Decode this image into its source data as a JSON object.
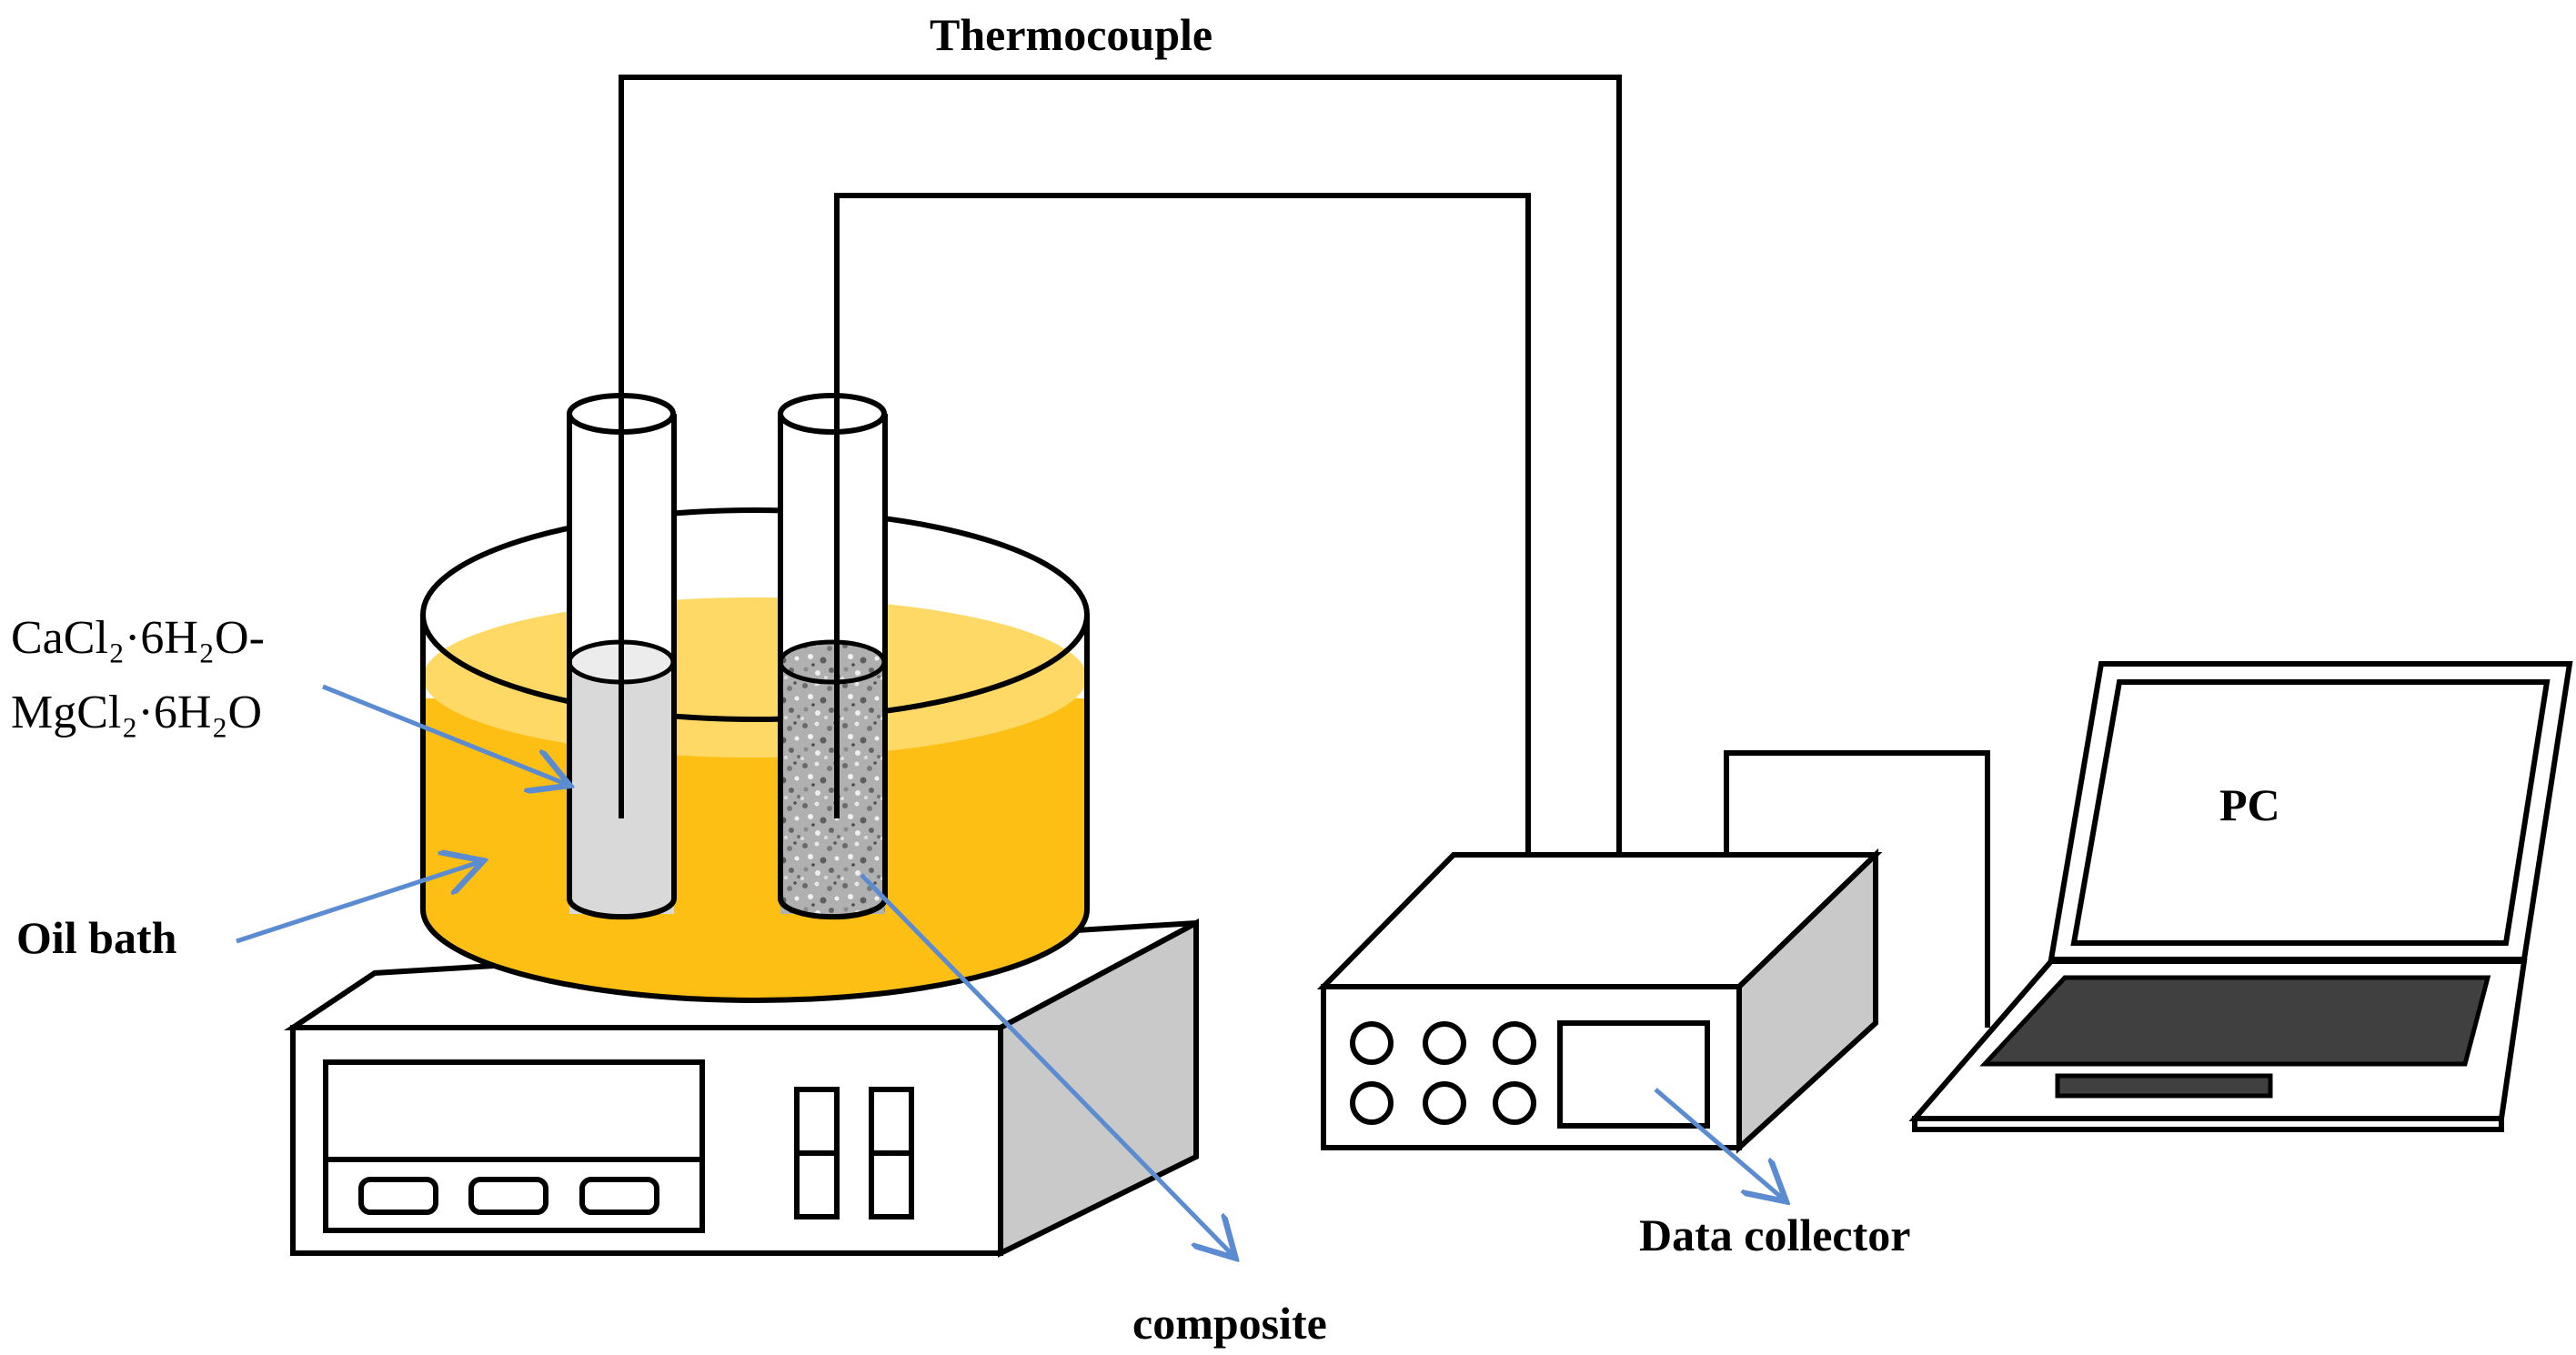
{
  "labels": {
    "thermocouple": "Thermocouple",
    "pcm_line1": "CaCl₂·6H₂O-",
    "pcm_line2": "MgCl₂·6H₂O",
    "oil_bath": "Oil bath",
    "composite": "composite",
    "data_collector": "Data collector",
    "pc": "PC"
  },
  "colors": {
    "oil": "#fdbf13",
    "oil_surface": "#ffd966",
    "pcm_tube": "#d9d9d9",
    "composite_tube": "#bfbfbf",
    "device_side": "#c9c9c9",
    "laptop_keyboard": "#404040",
    "arrow": "#5b8bd1",
    "line": "#000000"
  }
}
